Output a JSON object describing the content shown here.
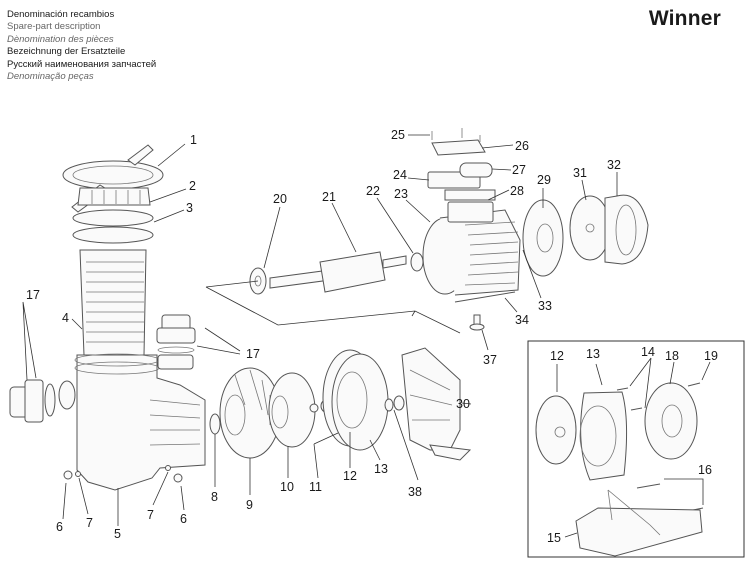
{
  "header": {
    "legend_lines": [
      {
        "text": "Denominación recambios",
        "style": "dark"
      },
      {
        "text": "Spare-part description",
        "style": "grey"
      },
      {
        "text": "Dènomination des pièces",
        "style": "italic"
      },
      {
        "text": "Bezeichnung der Ersatzteile",
        "style": "dark"
      },
      {
        "text": "Русский наименования запчастей",
        "style": "dark"
      },
      {
        "text": "Denominação peças",
        "style": "italic"
      }
    ],
    "brand": "Winner"
  },
  "callouts": {
    "c1": "1",
    "c2": "2",
    "c3": "3",
    "c4": "4",
    "c5": "5",
    "c6a": "6",
    "c6b": "6",
    "c7a": "7",
    "c7b": "7",
    "c8": "8",
    "c9": "9",
    "c10": "10",
    "c11": "11",
    "c12": "12",
    "c13": "13",
    "c17a": "17",
    "c17b": "17",
    "c20": "20",
    "c21": "21",
    "c22": "22",
    "c23": "23",
    "c24": "24",
    "c25": "25",
    "c26": "26",
    "c27": "27",
    "c28": "28",
    "c29": "29",
    "c30": "30",
    "c31": "31",
    "c32": "32",
    "c33": "33",
    "c34": "34",
    "c37": "37",
    "c38": "38"
  },
  "inset": {
    "c12": "12",
    "c13": "13",
    "c14": "14",
    "c15": "15",
    "c16": "16",
    "c18": "18",
    "c19": "19"
  }
}
